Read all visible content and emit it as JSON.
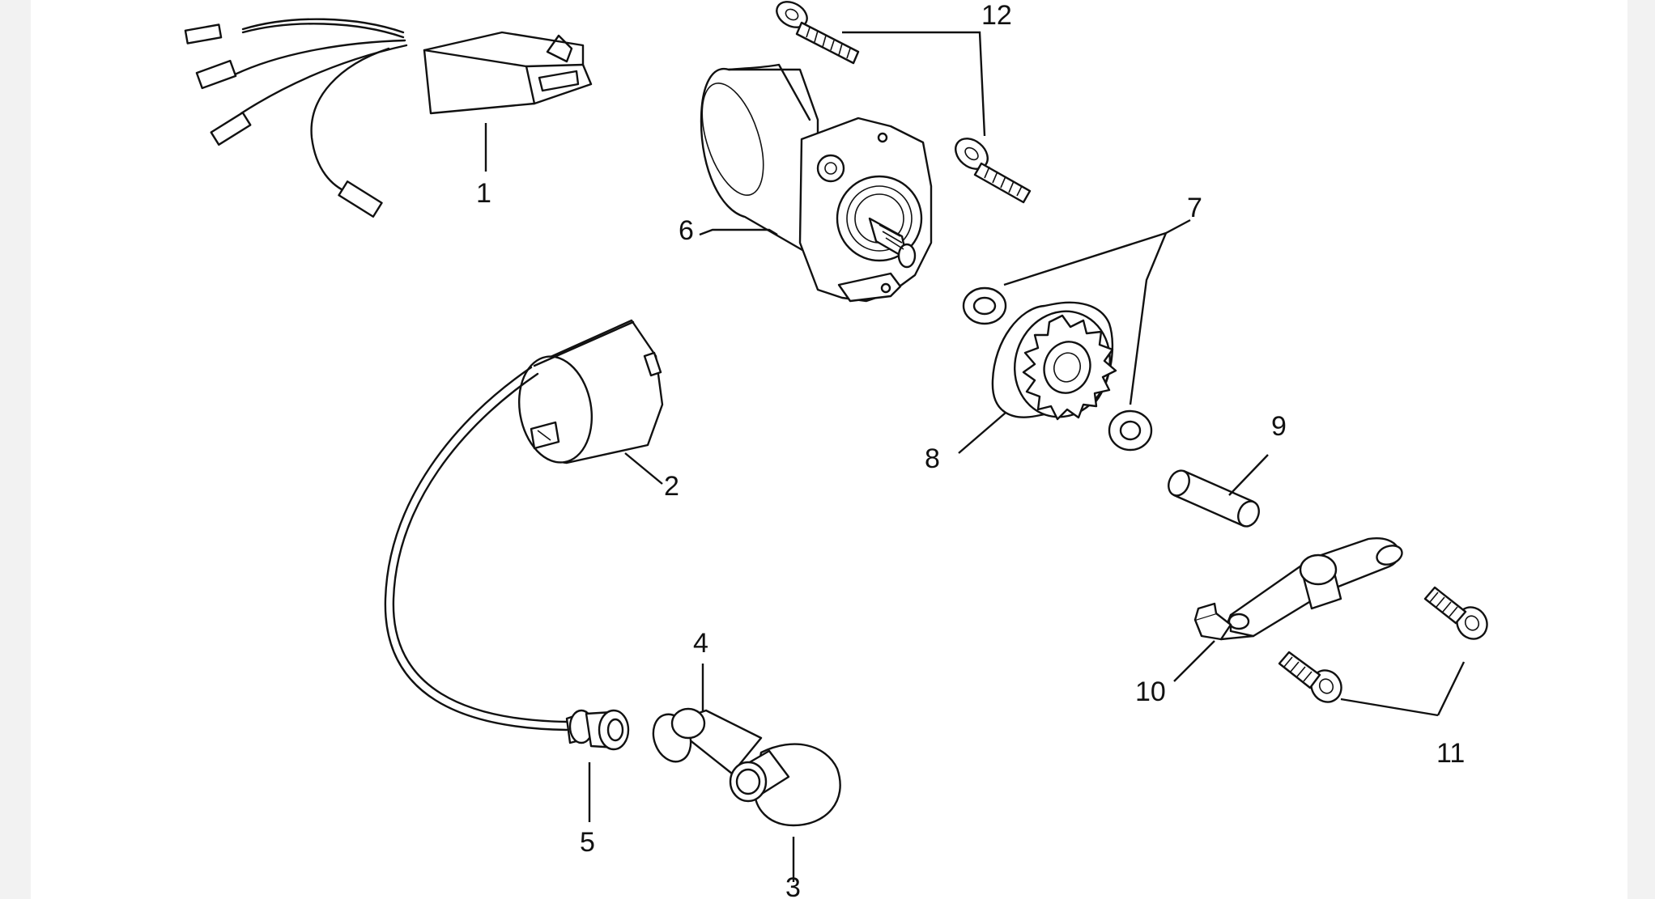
{
  "diagram": {
    "callouts": [
      {
        "id": "1",
        "text": "1"
      },
      {
        "id": "2",
        "text": "2"
      },
      {
        "id": "3",
        "text": "3"
      },
      {
        "id": "4",
        "text": "4"
      },
      {
        "id": "5",
        "text": "5"
      },
      {
        "id": "6",
        "text": "6"
      },
      {
        "id": "7",
        "text": "7"
      },
      {
        "id": "8",
        "text": "8"
      },
      {
        "id": "9",
        "text": "9"
      },
      {
        "id": "10",
        "text": "10"
      },
      {
        "id": "11",
        "text": "11"
      },
      {
        "id": "12",
        "text": "12"
      }
    ],
    "parts": [
      {
        "callout": "1",
        "icon": "cdi-unit-with-wiring-icon"
      },
      {
        "callout": "2",
        "icon": "ignition-coil-icon"
      },
      {
        "callout": "3",
        "icon": "spark-plug-cap-icon"
      },
      {
        "callout": "4",
        "icon": "cap-sleeve-icon"
      },
      {
        "callout": "5",
        "icon": "cable-grommet-icon"
      },
      {
        "callout": "6",
        "icon": "starter-motor-icon"
      },
      {
        "callout": "7",
        "icon": "washer-icon"
      },
      {
        "callout": "8",
        "icon": "starter-gear-icon"
      },
      {
        "callout": "9",
        "icon": "pin-icon"
      },
      {
        "callout": "10",
        "icon": "bracket-plate-icon"
      },
      {
        "callout": "11",
        "icon": "screw-icon"
      },
      {
        "callout": "12",
        "icon": "screw-icon"
      }
    ],
    "colors": {
      "line": "#111111",
      "background": "#ffffff"
    }
  }
}
